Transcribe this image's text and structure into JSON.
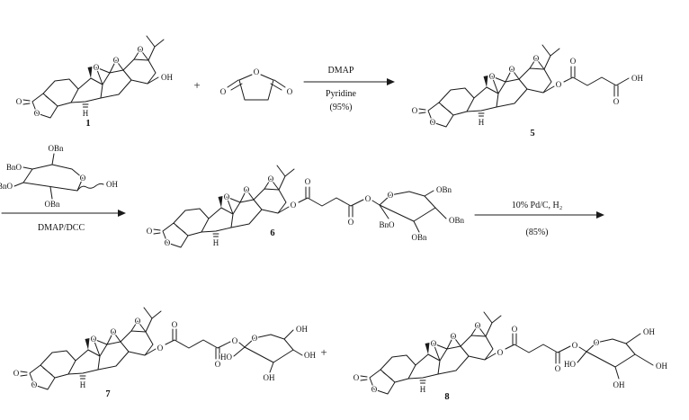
{
  "scheme": {
    "atom": {
      "o": "O",
      "oh": "OH",
      "ho": "HO",
      "h": "H",
      "obn": "OBn",
      "bno": "BnO"
    },
    "operators": {
      "plus": "+"
    },
    "compound_numbers": {
      "c1": "1",
      "c5": "5",
      "c6": "6",
      "c7": "7",
      "c8": "8"
    },
    "step1": {
      "reagent": "DMAP",
      "solvent": "Pyridine",
      "yield": "(95%)"
    },
    "step2": {
      "reagent": "DMAP/DCC"
    },
    "step3": {
      "reagent": "10% Pd/C, H₂",
      "yield": "(85%)"
    }
  }
}
